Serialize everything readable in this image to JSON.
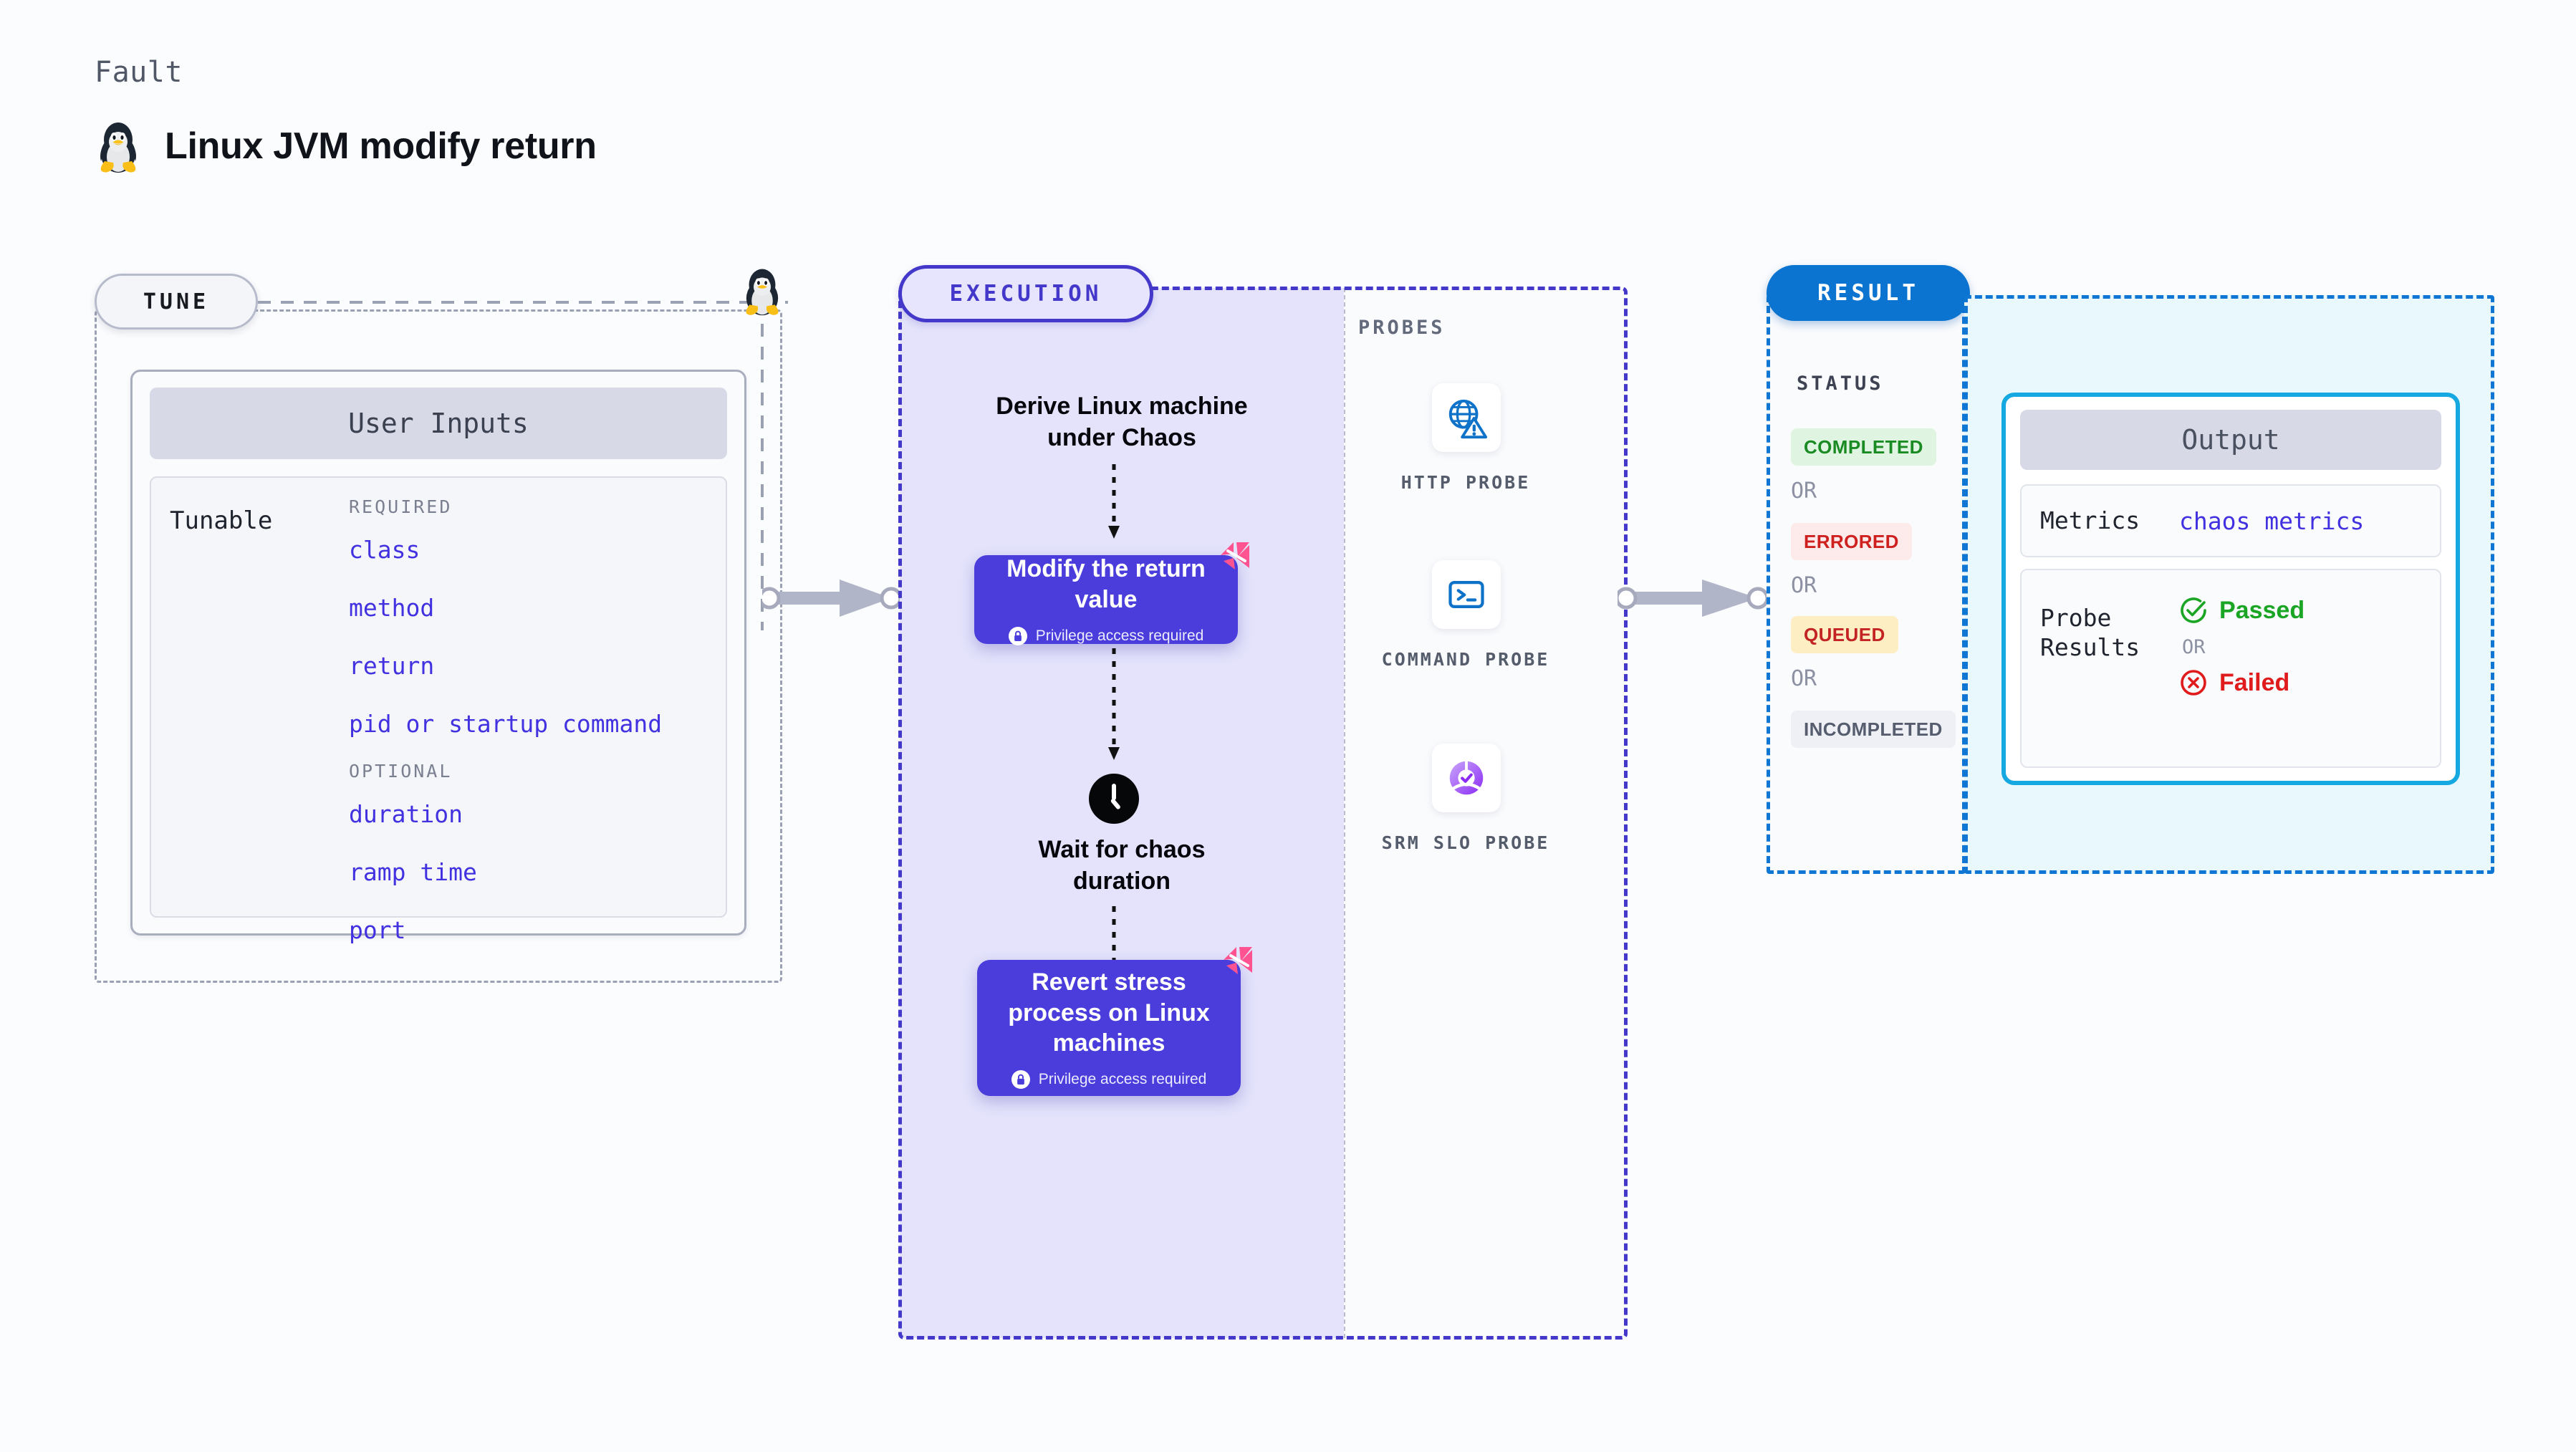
{
  "header": {
    "kicker": "Fault",
    "title": "Linux JVM modify return",
    "icon": "linux-penguin-icon"
  },
  "tune": {
    "pill_label": "TUNE",
    "card_title": "User Inputs",
    "tunable_label": "Tunable",
    "required_label": "REQUIRED",
    "optional_label": "OPTIONAL",
    "required_params": [
      "class",
      "method",
      "return",
      "pid or startup command"
    ],
    "optional_params": [
      "duration",
      "ramp time",
      "port"
    ]
  },
  "execution": {
    "pill_label": "EXECUTION",
    "step1_text": "Derive Linux machine under Chaos",
    "node1_title": "Modify the return value",
    "node1_sub": "Privilege access required",
    "wait_text": "Wait for chaos duration",
    "node2_title": "Revert stress process on Linux machines",
    "node2_sub": "Privilege access required"
  },
  "probes": {
    "section_label": "PROBES",
    "items": [
      {
        "caption": "HTTP PROBE",
        "icon": "globe-warning-icon"
      },
      {
        "caption": "COMMAND PROBE",
        "icon": "terminal-icon"
      },
      {
        "caption": "SRM SLO PROBE",
        "icon": "slo-donut-check-icon"
      }
    ]
  },
  "result": {
    "pill_label": "RESULT",
    "status_label": "STATUS",
    "or_label": "OR",
    "statuses": [
      {
        "label": "COMPLETED",
        "bg": "#dff5e1",
        "fg": "#1a8b23"
      },
      {
        "label": "ERRORED",
        "bg": "#fdeaea",
        "fg": "#cf2020"
      },
      {
        "label": "QUEUED",
        "bg": "#fdeec3",
        "fg": "#c42323"
      },
      {
        "label": "INCOMPLETED",
        "bg": "#eef0f6",
        "fg": "#565d6e"
      }
    ]
  },
  "output": {
    "card_title": "Output",
    "metrics_key": "Metrics",
    "metrics_value": "chaos metrics",
    "probe_key": "Probe Results",
    "passed_label": "Passed",
    "failed_label": "Failed",
    "or_label": "OR"
  },
  "colors": {
    "accent_purple": "#4338ca",
    "node_purple": "#4a3ddb",
    "result_blue": "#0b73d0",
    "output_cyan": "#16a8e0",
    "harness_pink": "#ff5391",
    "pass_green": "#1aa524",
    "fail_red": "#e01b1b"
  }
}
